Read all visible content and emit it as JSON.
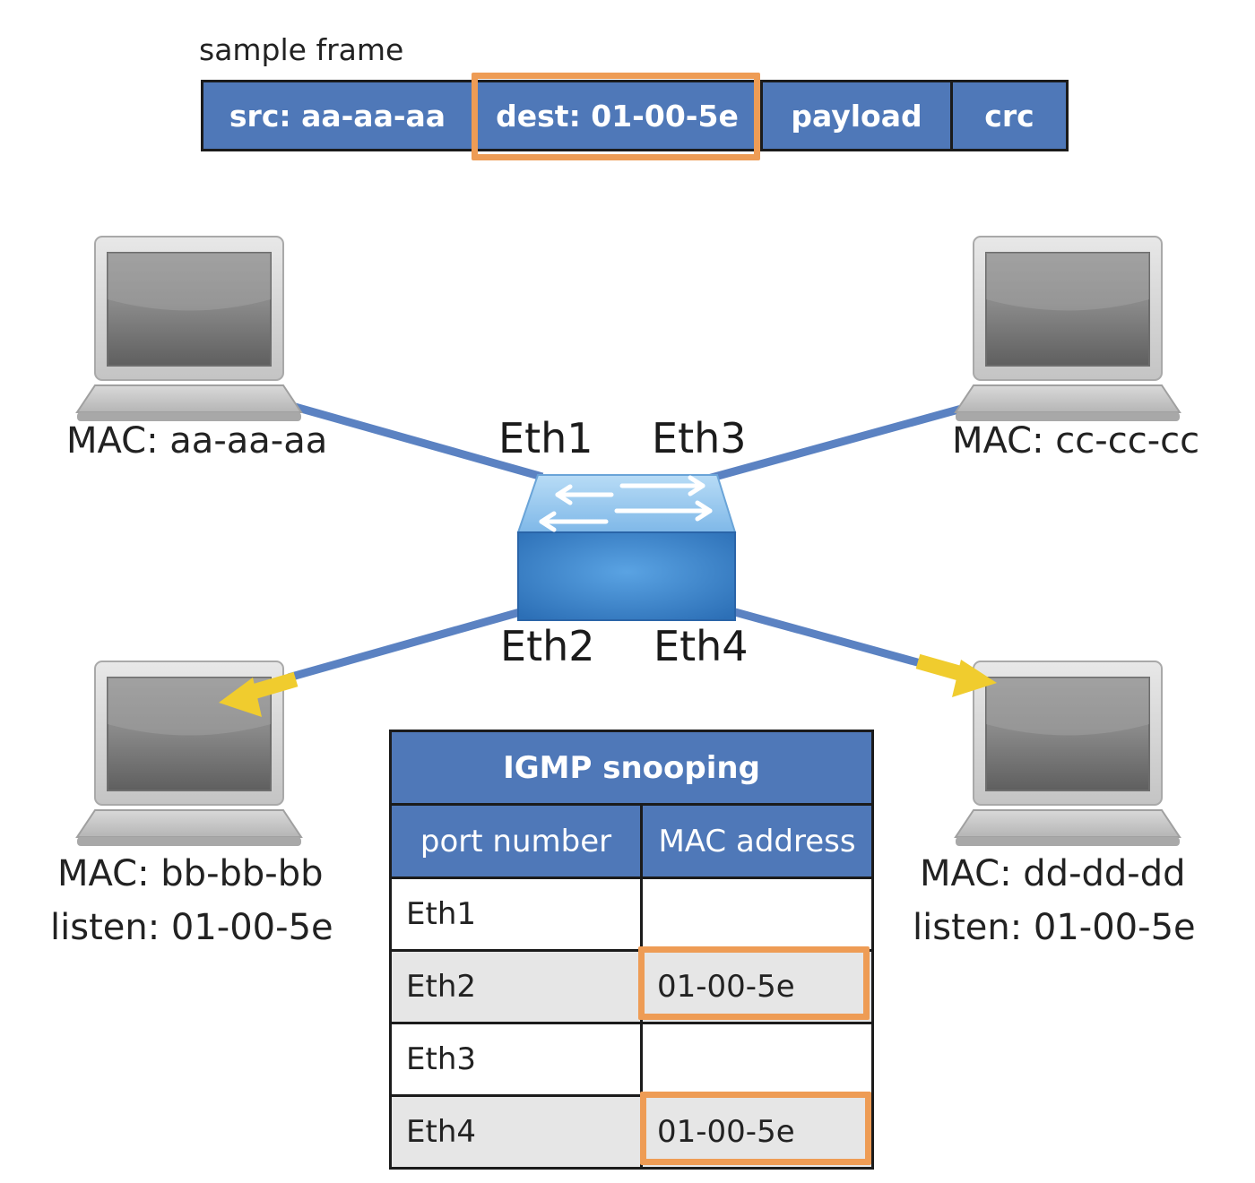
{
  "frame": {
    "caption": "sample frame",
    "fields": [
      {
        "label": "src: aa-aa-aa",
        "highlighted": false
      },
      {
        "label": "dest: 01-00-5e",
        "highlighted": true
      },
      {
        "label": "payload",
        "highlighted": false
      },
      {
        "label": "crc",
        "highlighted": false
      }
    ]
  },
  "hosts": {
    "host_a": {
      "mac": "MAC: aa-aa-aa"
    },
    "host_b": {
      "mac": "MAC: bb-bb-bb",
      "listen": "listen: 01-00-5e"
    },
    "host_c": {
      "mac": "MAC: cc-cc-cc"
    },
    "host_d": {
      "mac": "MAC: dd-dd-dd",
      "listen": "listen: 01-00-5e"
    }
  },
  "ports": {
    "eth1": "Eth1",
    "eth2": "Eth2",
    "eth3": "Eth3",
    "eth4": "Eth4"
  },
  "snooping_table": {
    "title": "IGMP snooping",
    "columns": [
      "port number",
      "MAC address"
    ],
    "rows": [
      {
        "port": "Eth1",
        "mac": "",
        "highlighted": false
      },
      {
        "port": "Eth2",
        "mac": "01-00-5e",
        "highlighted": true
      },
      {
        "port": "Eth3",
        "mac": "",
        "highlighted": false
      },
      {
        "port": "Eth4",
        "mac": "01-00-5e",
        "highlighted": true
      }
    ]
  },
  "colors": {
    "frame_fill": "#4f78b8",
    "highlight": "#ee9c55",
    "link": "#5b82c2",
    "forward_arrow": "#f0cc2e",
    "shaded_row": "#e6e6e6"
  }
}
